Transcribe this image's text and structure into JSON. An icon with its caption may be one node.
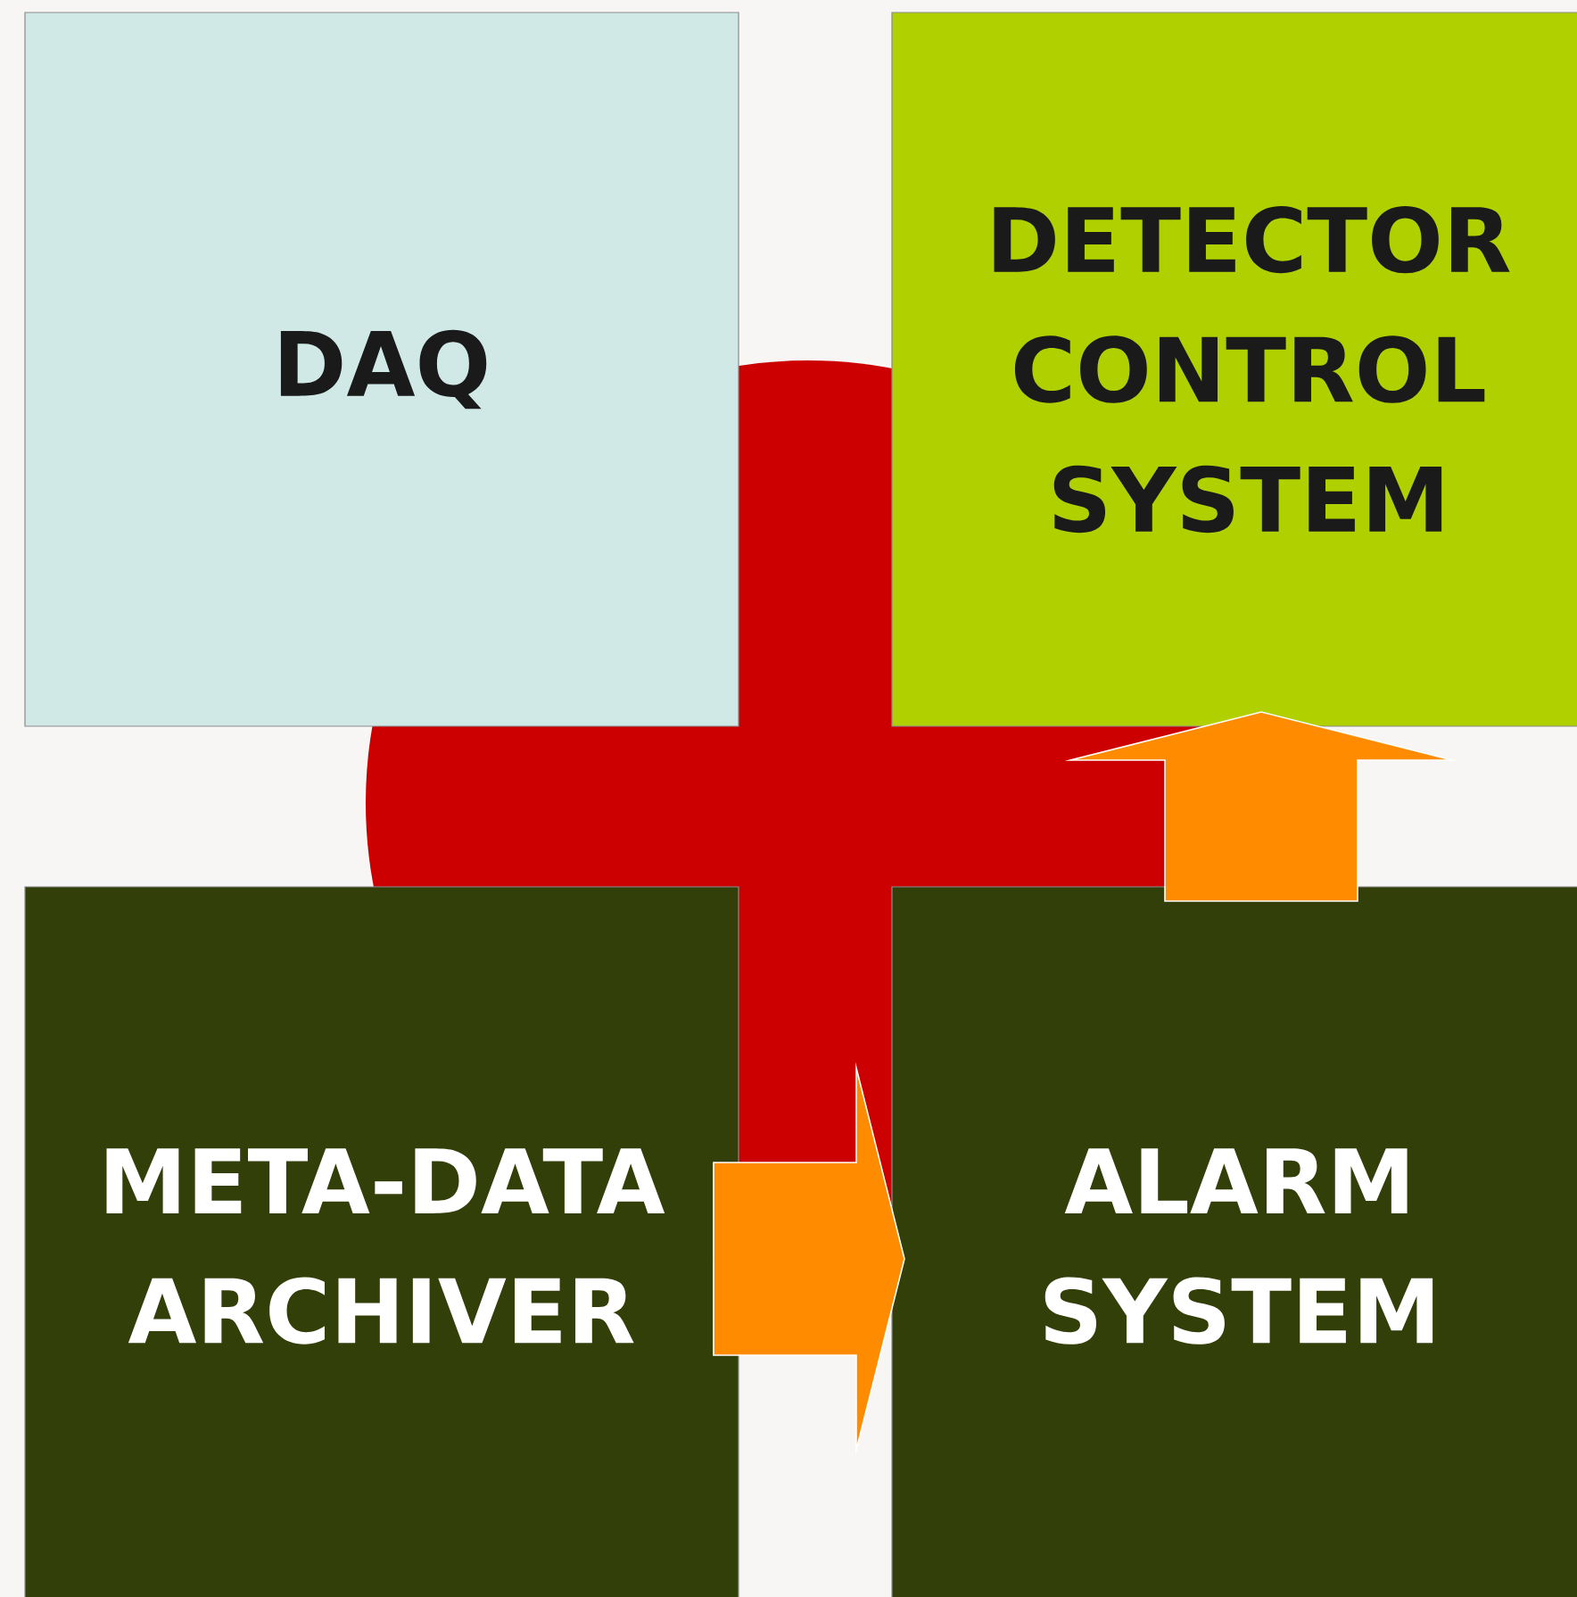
{
  "diagram": {
    "nodes": [
      {
        "text": [
          "DAQ"
        ]
      },
      {
        "text": [
          "DETECTOR CONTROL SYSTEM"
        ]
      },
      {
        "text": [
          "META-DATA ARCHIVER"
        ]
      },
      {
        "text": [
          "ALARM SYSTEM"
        ]
      }
    ],
    "edges": [
      {
        "from": 2,
        "to": 3,
        "arrow": "to"
      },
      {
        "from": 3,
        "to": 1,
        "arrow": "to"
      }
    ]
  }
}
